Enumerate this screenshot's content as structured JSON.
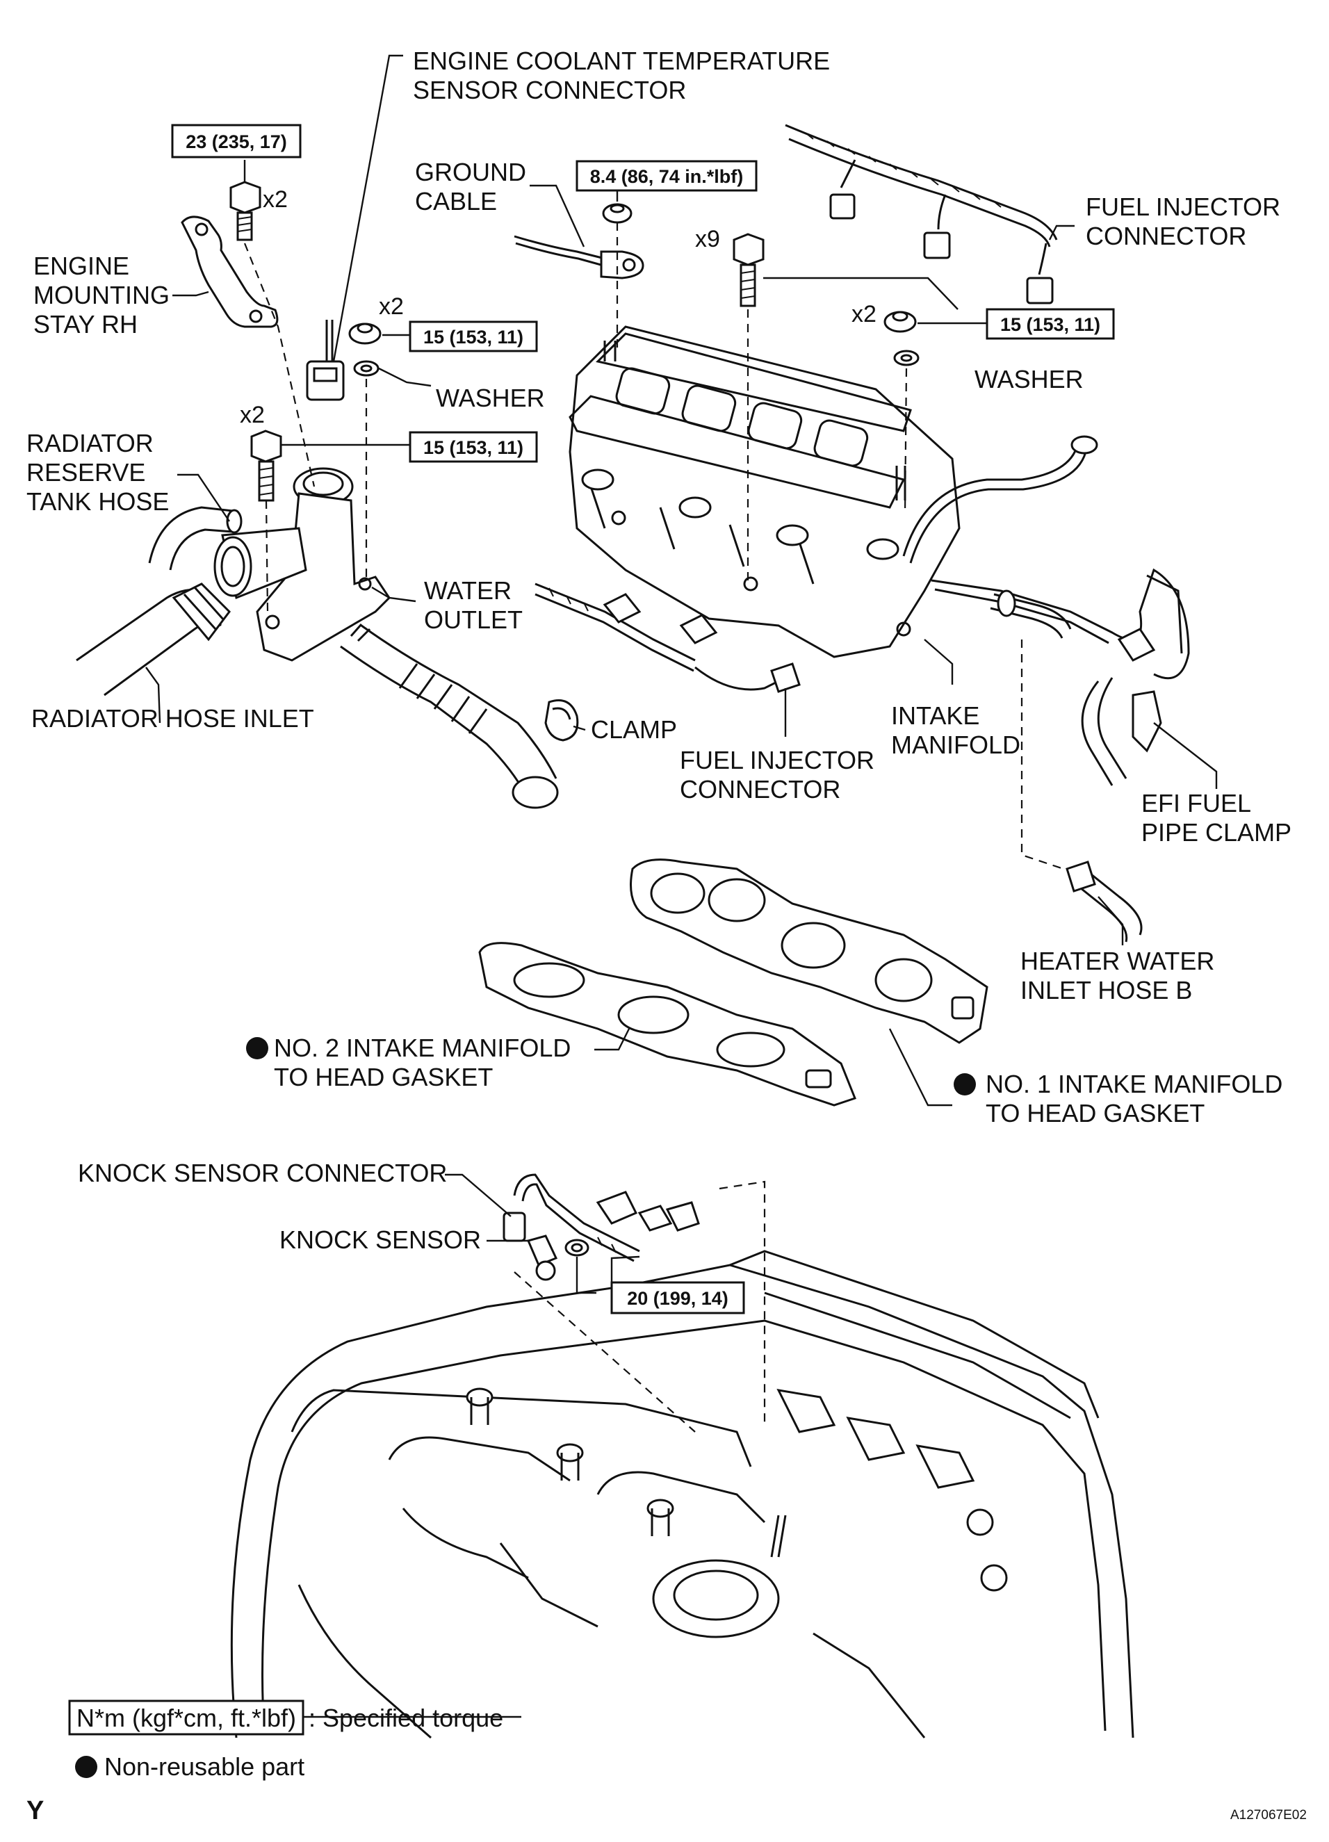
{
  "labels": {
    "ect_sensor_connector_1": "ENGINE COOLANT TEMPERATURE",
    "ect_sensor_connector_2": "SENSOR CONNECTOR",
    "ground_cable_1": "GROUND",
    "ground_cable_2": "CABLE",
    "fuel_injector_connector_top_1": "FUEL INJECTOR",
    "fuel_injector_connector_top_2": "CONNECTOR",
    "engine_mounting_stay_1": "ENGINE",
    "engine_mounting_stay_2": "MOUNTING",
    "engine_mounting_stay_3": "STAY RH",
    "washer_left": "WASHER",
    "washer_right": "WASHER",
    "radiator_reserve_1": "RADIATOR",
    "radiator_reserve_2": "RESERVE",
    "radiator_reserve_3": "TANK HOSE",
    "water_outlet_1": "WATER",
    "water_outlet_2": "OUTLET",
    "radiator_hose_inlet": "RADIATOR HOSE INLET",
    "clamp": "CLAMP",
    "fuel_injector_connector_mid_1": "FUEL INJECTOR",
    "fuel_injector_connector_mid_2": "CONNECTOR",
    "intake_manifold_1": "INTAKE",
    "intake_manifold_2": "MANIFOLD",
    "efi_clamp_1": "EFI FUEL",
    "efi_clamp_2": "PIPE CLAMP",
    "heater_hose_1": "HEATER WATER",
    "heater_hose_2": "INLET HOSE B",
    "gasket_no2_1": "NO. 2 INTAKE MANIFOLD",
    "gasket_no2_2": "TO HEAD GASKET",
    "gasket_no1_1": "NO. 1 INTAKE MANIFOLD",
    "gasket_no1_2": "TO HEAD GASKET",
    "knock_sensor_connector": "KNOCK SENSOR CONNECTOR",
    "knock_sensor": "KNOCK SENSOR"
  },
  "torques": {
    "mount_bolt": "23 (235, 17)",
    "ground_nut": "8.4 (86, 74 in.*lbf)",
    "outlet_nut": "15 (153, 11)",
    "outlet_bolt": "15 (153, 11)",
    "manifold": "15 (153, 11)",
    "knock_sensor": "20 (199, 14)"
  },
  "counts": {
    "mount_bolt": "x2",
    "outlet_nut": "x2",
    "outlet_bolt": "x2",
    "manifold_bolt": "x9",
    "manifold_nut": "x2"
  },
  "legend": {
    "torque_box": "N*m (kgf*cm, ft.*lbf)",
    "torque_desc": ": Specified torque",
    "nonreusable_desc": "Non-reusable part"
  },
  "corner": {
    "left": "Y",
    "code": "A127067E02"
  }
}
